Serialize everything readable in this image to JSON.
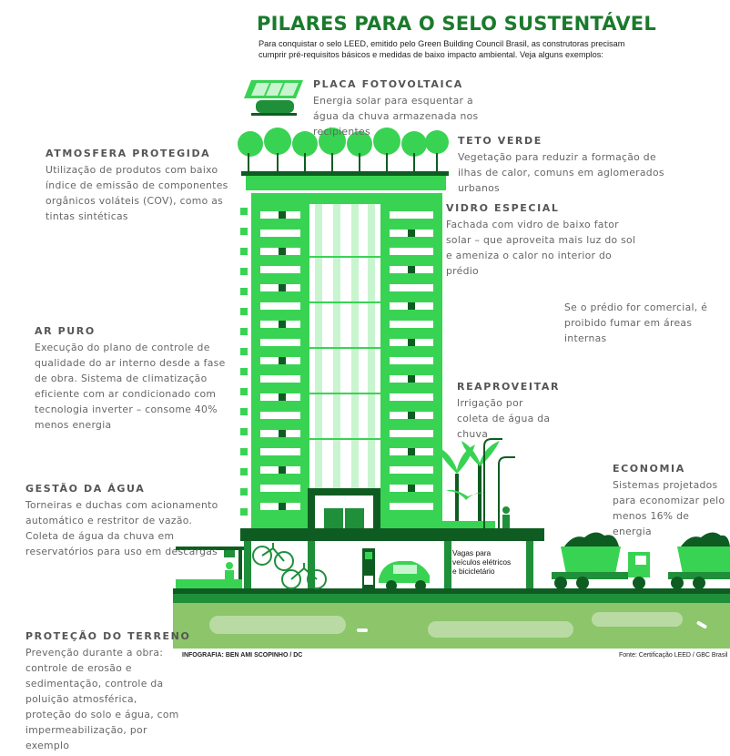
{
  "header": {
    "title": "PILARES PARA O SELO SUSTENTÁVEL",
    "intro": "Para conquistar o selo LEED, emitido pelo Green Building Council Brasil, as construtoras precisam cumprir pré-requisitos básicos e medidas de baixo impacto ambiental. Veja alguns exemplos:"
  },
  "labels": {
    "placa": {
      "title": "PLACA FOTOVOLTAICA",
      "text": "Energia solar para esquentar a água da chuva armazenada nos recipientes"
    },
    "atmosfera": {
      "title": "ATMOSFERA PROTEGIDA",
      "text": "Utilização de produtos com baixo índice de emissão de componentes orgânicos voláteis (COV), como as tintas sintéticas"
    },
    "teto": {
      "title": "TETO VERDE",
      "text": "Vegetação para reduzir a formação de ilhas de calor, comuns em aglomerados urbanos"
    },
    "vidro": {
      "title": "VIDRO ESPECIAL",
      "text": "Fachada com vidro de baixo fator solar – que aproveita mais luz do sol e ameniza o calor no interior do prédio"
    },
    "fumar": {
      "text": "Se o prédio for comercial, é proibido fumar em áreas internas"
    },
    "ar": {
      "title": "AR PURO",
      "text": "Execução do plano de controle de qualidade do ar interno desde a fase de obra. Sistema de climatização eficiente com ar condicionado com tecnologia inverter – consome 40% menos energia"
    },
    "reaproveitar": {
      "title": "REAPROVEITAR",
      "text": "Irrigação por coleta de água da chuva"
    },
    "economia": {
      "title": "ECONOMIA",
      "text": "Sistemas projetados para economizar pelo menos 16% de energia"
    },
    "agua": {
      "title": "GESTÃO DA ÁGUA",
      "text": "Torneiras e duchas com acionamento automático e restritor de vazão. Coleta de água da chuva em reservatórios para uso em descargas"
    },
    "vagas": {
      "text": "Vagas para veículos elétricos e bicicletário"
    },
    "terreno": {
      "title": "PROTEÇÃO DO TERRENO",
      "text": "Prevenção durante a obra: controle de erosão e sedimentação, controle da poluição atmosférica, proteção do solo e água, com impermeabilização, por exemplo"
    }
  },
  "credits": {
    "left": "INFOGRAFIA: BEN AMI SCOPINHO / DC",
    "right": "Fonte: Certificação LEED / GBC Brasil"
  },
  "colors": {
    "green_bright": "#39d353",
    "green_dark": "#0f5c22",
    "green_mid": "#1f8f3a",
    "soil": "#8cc56a",
    "title_green": "#1a7a2c"
  }
}
